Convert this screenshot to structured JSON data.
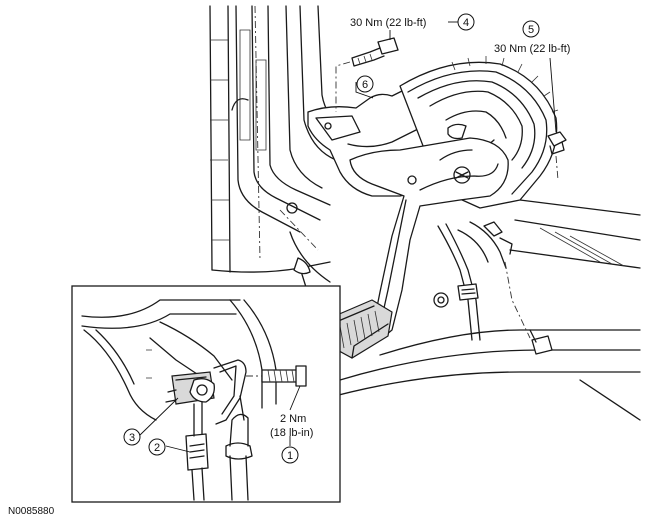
{
  "diagram": {
    "figure_id": "N0085880",
    "callouts": [
      {
        "id": "1",
        "number": "1"
      },
      {
        "id": "2",
        "number": "2"
      },
      {
        "id": "3",
        "number": "3"
      },
      {
        "id": "4",
        "number": "4"
      },
      {
        "id": "5",
        "number": "5"
      },
      {
        "id": "6",
        "number": "6"
      }
    ],
    "torque_labels": {
      "item4": "30 Nm (22 lb-ft)",
      "item5": "30 Nm (22 lb-ft)",
      "item1_line1": "2 Nm",
      "item1_line2": "(18 lb-in)"
    }
  }
}
